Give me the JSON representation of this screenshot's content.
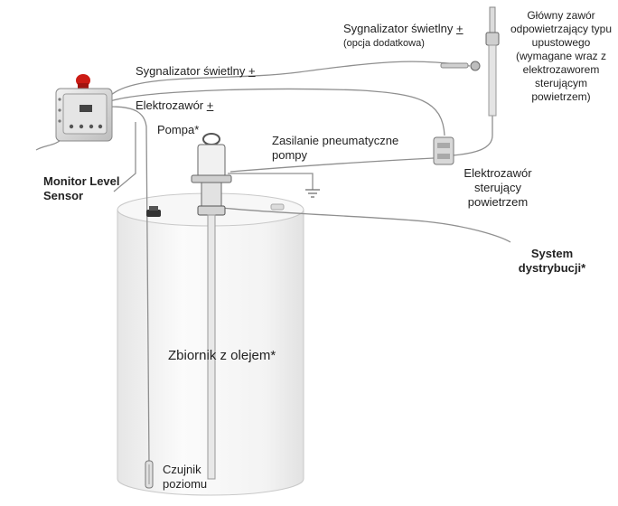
{
  "labels": {
    "beacon_main": "Sygnalizator świetlny ±",
    "solenoid_main": "Elektrozawór ±",
    "pump": "Pompa*",
    "pump_air": "Zasilanie pneumatyczne pompy",
    "beacon_optional": "Sygnalizator świetlny ±",
    "beacon_optional_note": "(opcja dodatkowa)",
    "main_valve": "Główny zawór odpowietrzający typu upustowego (wymagane wraz z elektrozaworem sterującym powietrzem)",
    "air_solenoid": "Elektrozawór sterujący powietrzem",
    "monitor": "Monitor Level Sensor",
    "distribution": "System dystrybucji*",
    "tank": "Zbiornik z olejem*",
    "level_sensor": "Czujnik poziomu"
  },
  "colors": {
    "beacon": "#cc1b14",
    "line": "#8f8f8f",
    "tank_fill": "#f4f4f4",
    "tank_stroke": "#c9c9c9"
  }
}
